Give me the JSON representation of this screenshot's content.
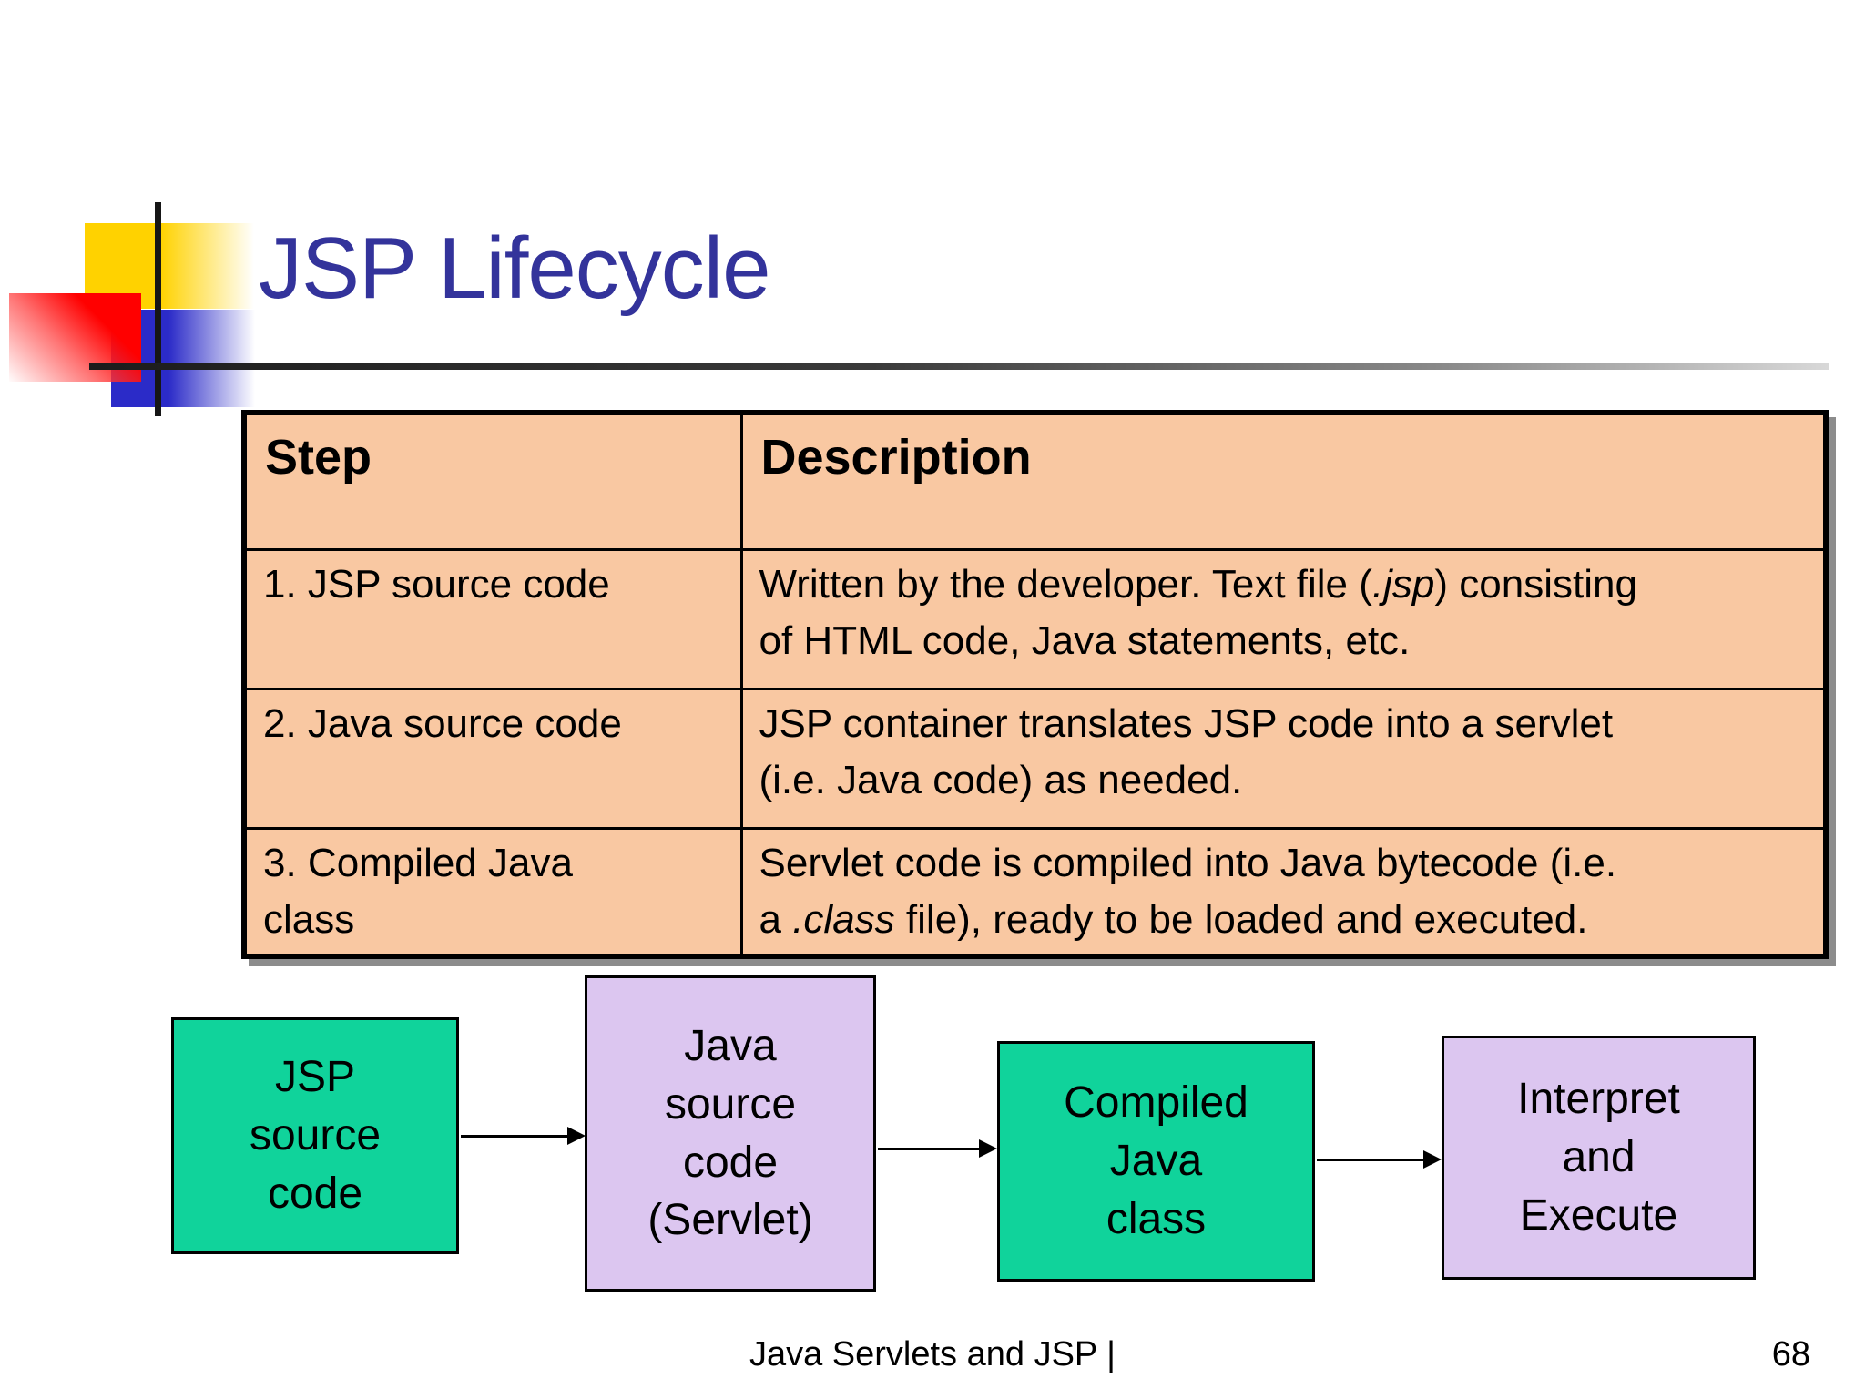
{
  "slide": {
    "title": "JSP Lifecycle",
    "footer_text": "Java Servlets and JSP |",
    "page_number": "68"
  },
  "table": {
    "headers": [
      "Step",
      "Description"
    ],
    "rows": [
      {
        "step": "1. JSP source code",
        "desc": [
          {
            "t": "Written by the developer. Text file ("
          },
          {
            "t": ".jsp",
            "i": true
          },
          {
            "t": ") consisting\nof HTML code, Java statements, etc."
          }
        ]
      },
      {
        "step": "2. Java source code",
        "desc": [
          {
            "t": "JSP container translates JSP code into a servlet\n(i.e. Java code) as needed."
          }
        ]
      },
      {
        "step": "3. Compiled Java\nclass",
        "desc": [
          {
            "t": "Servlet code is compiled into Java bytecode (i.e.\na "
          },
          {
            "t": ".class",
            "i": true
          },
          {
            "t": " file), ready to be loaded and executed."
          }
        ]
      }
    ]
  },
  "flow": {
    "boxes": [
      {
        "label": "JSP\nsource\ncode",
        "fill": "green"
      },
      {
        "label": "Java\nsource\ncode\n(Servlet)",
        "fill": "lavender"
      },
      {
        "label": "Compiled\nJava\nclass",
        "fill": "green"
      },
      {
        "label": "Interpret\nand\nExecute",
        "fill": "lavender"
      }
    ]
  },
  "colors": {
    "title_text": "#33339b",
    "table_fill": "#f9c8a2",
    "green": "#10d39b",
    "lavender": "#dcc6f0",
    "deco_yellow": "#ffd200",
    "deco_red": "#ff0000",
    "deco_blue": "#2b2bc8"
  }
}
